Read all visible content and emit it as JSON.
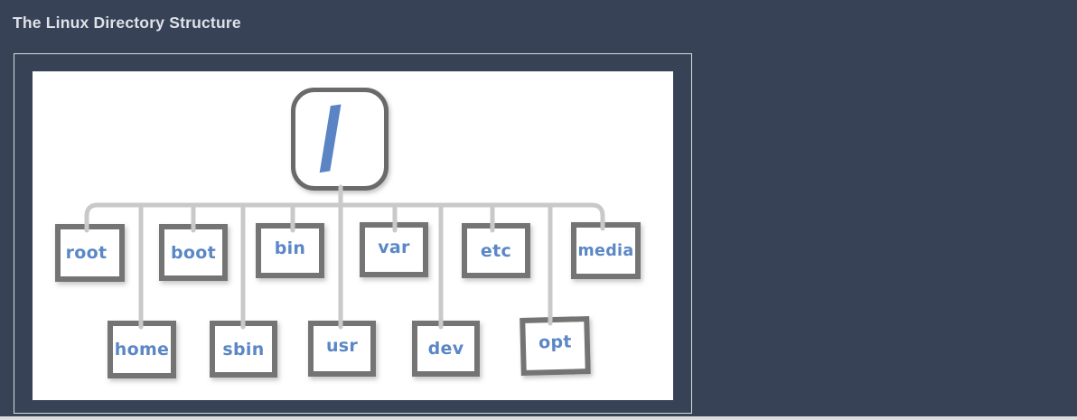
{
  "page": {
    "title": "The Linux Directory Structure"
  },
  "colors": {
    "background": "#374256",
    "panel_border": "#d8dbe0",
    "title_text": "#dfe3e8",
    "diagram_background": "#ffffff",
    "box_border": "#747474",
    "root_box_border": "#6a6a6a",
    "connector_line": "#c9c9c9",
    "label_blue": "#5b87c5",
    "bottom_strip": "#dadce0"
  },
  "diagram": {
    "root": {
      "label": "/"
    },
    "level1": [
      {
        "label": "root"
      },
      {
        "label": "boot"
      },
      {
        "label": "bin"
      },
      {
        "label": "var"
      },
      {
        "label": "etc"
      },
      {
        "label": "media"
      }
    ],
    "level2": [
      {
        "label": "home"
      },
      {
        "label": "sbin"
      },
      {
        "label": "usr"
      },
      {
        "label": "dev"
      },
      {
        "label": "opt"
      }
    ]
  }
}
